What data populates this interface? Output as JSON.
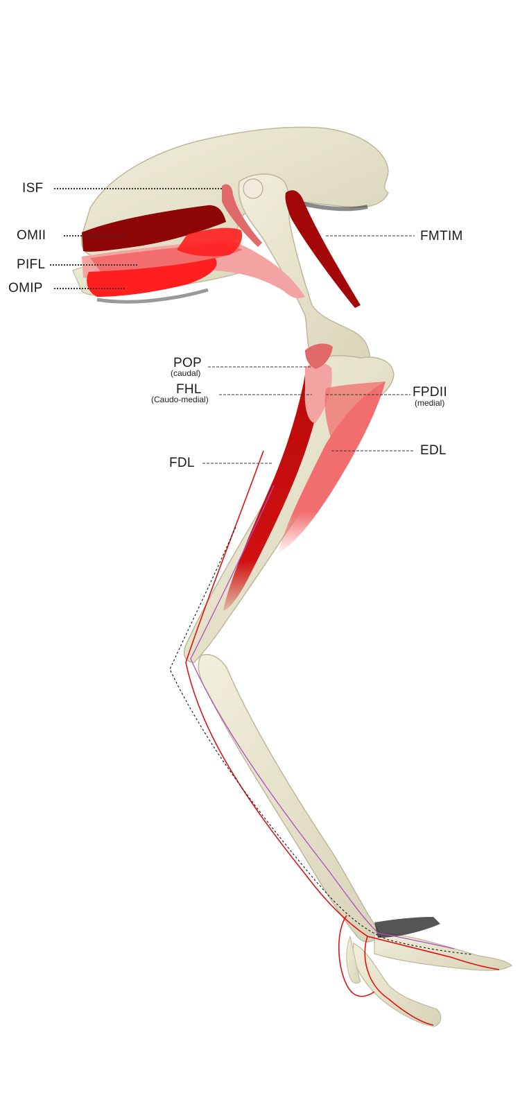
{
  "colors": {
    "bone": "#e9e6cf",
    "bone_shade": "#cfcbb0",
    "muscle_dark": "#8e0505",
    "muscle_mid": "#d60f0f",
    "muscle_bright": "#ff1f1f",
    "muscle_pink": "#f26d6d",
    "muscle_light": "#f4a3a3",
    "tendon_red": "#e01010",
    "tendon_purple": "#b04dbf",
    "leader": "#333333"
  },
  "labels": {
    "isf": "ISF",
    "omii": "OMII",
    "pifl": "PIFL",
    "omip": "OMIP",
    "fmtim": "FMTIM",
    "pop": "POP",
    "pop_sub": "(caudal)",
    "fhl": "FHL",
    "fhl_sub": "(Caudo-medial)",
    "fpdii": "FPDII",
    "fpdii_sub": "(medial)",
    "edl": "EDL",
    "fdl": "FDL"
  }
}
